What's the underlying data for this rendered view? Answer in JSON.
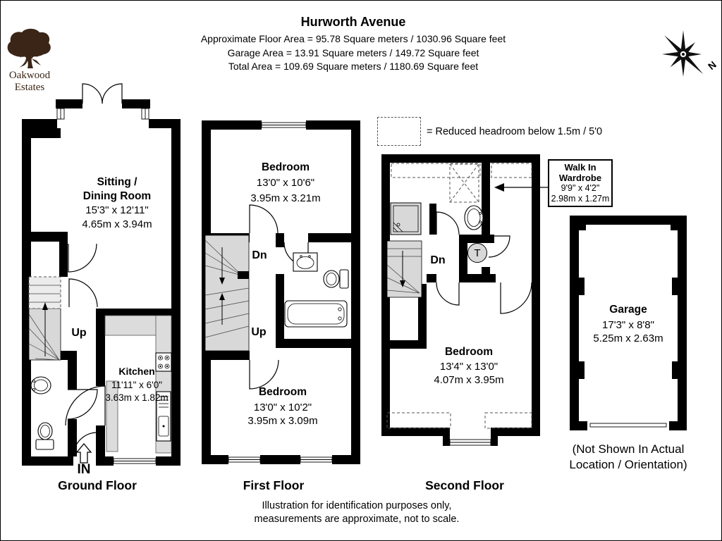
{
  "header": {
    "title": "Hurworth Avenue",
    "area_lines": [
      "Approximate Floor Area = 95.78 Square meters / 1030.96 Square feet",
      "Garage Area = 13.91 Square meters / 149.72 Square feet",
      "Total Area = 109.69 Square meters / 1180.69 Square feet"
    ]
  },
  "logo": {
    "line1": "Oakwood",
    "line2": "Estates",
    "color": "#3a2516"
  },
  "compass": {
    "north_label": "N"
  },
  "legend": {
    "text": "= Reduced headroom below 1.5m / 5'0"
  },
  "floors": {
    "ground": {
      "label": "Ground Floor",
      "sitting_dining": {
        "lines": [
          "Sitting /",
          "Dining Room",
          "15'3\" x 12'11\"",
          "4.65m x 3.94m"
        ]
      },
      "kitchen": {
        "lines": [
          "Kitchen",
          "11'11\" x 6'0\"",
          "3.63m x 1.82m"
        ]
      },
      "stairs_up": "Up",
      "entrance": "IN"
    },
    "first": {
      "label": "First Floor",
      "bedroom_front": {
        "lines": [
          "Bedroom",
          "13'0\" x 10'6\"",
          "3.95m x 3.21m"
        ]
      },
      "bedroom_back": {
        "lines": [
          "Bedroom",
          "13'0\" x 10'2\"",
          "3.95m x 3.09m"
        ]
      },
      "stairs_down": "Dn",
      "stairs_up": "Up"
    },
    "second": {
      "label": "Second Floor",
      "bedroom": {
        "lines": [
          "Bedroom",
          "13'4\" x 13'0\"",
          "4.07m x 3.95m"
        ]
      },
      "stairs_down": "Dn",
      "tank": "T"
    }
  },
  "wardrobe_callout": {
    "lines": [
      "Walk In",
      "Wardrobe",
      "9'9\" x 4'2\"",
      "2.98m x 1.27m"
    ]
  },
  "garage": {
    "room": {
      "lines": [
        "Garage",
        "17'3\" x 8'8\"",
        "5.25m x 2.63m"
      ]
    },
    "note_lines": [
      "(Not Shown In Actual",
      "Location / Orientation)"
    ]
  },
  "footer": {
    "lines": [
      "Illustration for identification purposes only,",
      "measurements are approximate, not to scale."
    ]
  }
}
